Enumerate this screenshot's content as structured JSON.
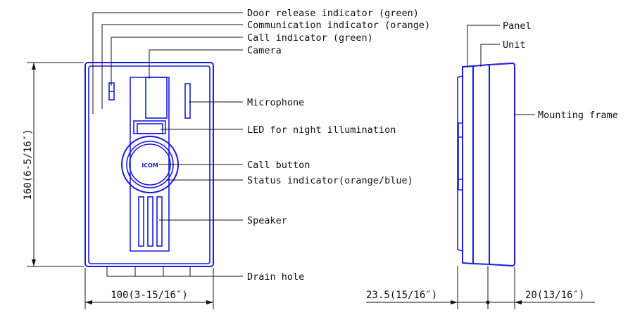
{
  "colors": {
    "outline": "#1a1adf",
    "leader": "#111111",
    "background": "#ffffff"
  },
  "front_labels": {
    "door_release": "Door release indicator (green)",
    "communication": "Communication indicator (orange)",
    "call_indicator": "Call indicator (green)",
    "camera": "Camera",
    "microphone": "Microphone",
    "led": "LED for night illumination",
    "call_button": "Call button",
    "status_indicator": "Status indicator(orange/blue)",
    "speaker": "Speaker",
    "drain_hole": "Drain hole"
  },
  "side_labels": {
    "panel": "Panel",
    "unit": "Unit",
    "mounting_frame": "Mounting frame"
  },
  "dimensions": {
    "height": "160(6-5/16″)",
    "width": "100(3-15/16″)",
    "depth_left": "23.5(15/16″)",
    "depth_right": "20(13/16″)"
  },
  "logo_text": "ICOM"
}
